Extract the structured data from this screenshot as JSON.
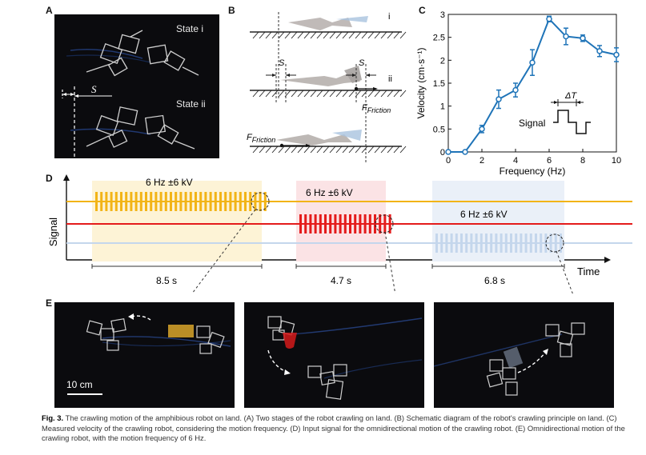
{
  "panels": {
    "a": {
      "label": "A",
      "state_i": "State i",
      "state_ii": "State ii",
      "s": "S"
    },
    "b": {
      "label": "B",
      "stage_i": "i",
      "stage_ii": "ii",
      "s": "S",
      "friction_symbol": "F",
      "friction_sub": "Friction"
    },
    "c": {
      "label": "C",
      "legend_signal": "Signal",
      "delta_t": "ΔT"
    },
    "d": {
      "label": "D",
      "ylabel": "Signal",
      "xlabel": "Time",
      "signals": [
        {
          "label": "6 Hz  ±6 kV",
          "duration": "8.5 s",
          "color": "#f2b417",
          "shade": "#fdf3d6"
        },
        {
          "label": "6 Hz  ±6 kV",
          "duration": "4.7 s",
          "color": "#e41b1b",
          "shade": "#fbe3e5"
        },
        {
          "label": "6 Hz  ±6 kV",
          "duration": "6.8 s",
          "color": "#c4d6ec",
          "shade": "#eaf0f8"
        }
      ]
    },
    "e": {
      "label": "E",
      "scale_bar": "10 cm"
    }
  },
  "chart_data": {
    "type": "line",
    "xlabel": "Frequency (Hz)",
    "ylabel": "Velocity (cm·s⁻¹)",
    "xlim": [
      0,
      10
    ],
    "ylim": [
      0,
      3
    ],
    "xticks": [
      0,
      2,
      4,
      6,
      8,
      10
    ],
    "yticks": [
      0,
      0.5,
      1,
      1.5,
      2,
      2.5,
      3
    ],
    "ytick_labels": [
      "0",
      "0.5",
      "1",
      "1.5",
      "2",
      "2.5",
      "3"
    ],
    "x": [
      0,
      1,
      2,
      3,
      4,
      5,
      6,
      7,
      8,
      9,
      10
    ],
    "y": [
      0,
      0,
      0.5,
      1.15,
      1.35,
      1.95,
      2.9,
      2.52,
      2.48,
      2.2,
      2.12
    ],
    "err": [
      0,
      0,
      0.08,
      0.2,
      0.15,
      0.28,
      0.06,
      0.18,
      0.07,
      0.12,
      0.15
    ],
    "color": "#1f74b8"
  },
  "caption": {
    "fig": "Fig. 3.",
    "text": " The crawling motion of the amphibious robot on land. (A) Two stages of the robot crawling on land. (B) Schematic diagram of the robot's crawling principle on land. (C) Measured velocity of the crawling robot, considering the motion frequency. (D) Input signal for the omnidirectional motion of the crawling robot. (E) Omnidirectional motion of the crawling robot, with the motion frequency of 6 Hz."
  }
}
